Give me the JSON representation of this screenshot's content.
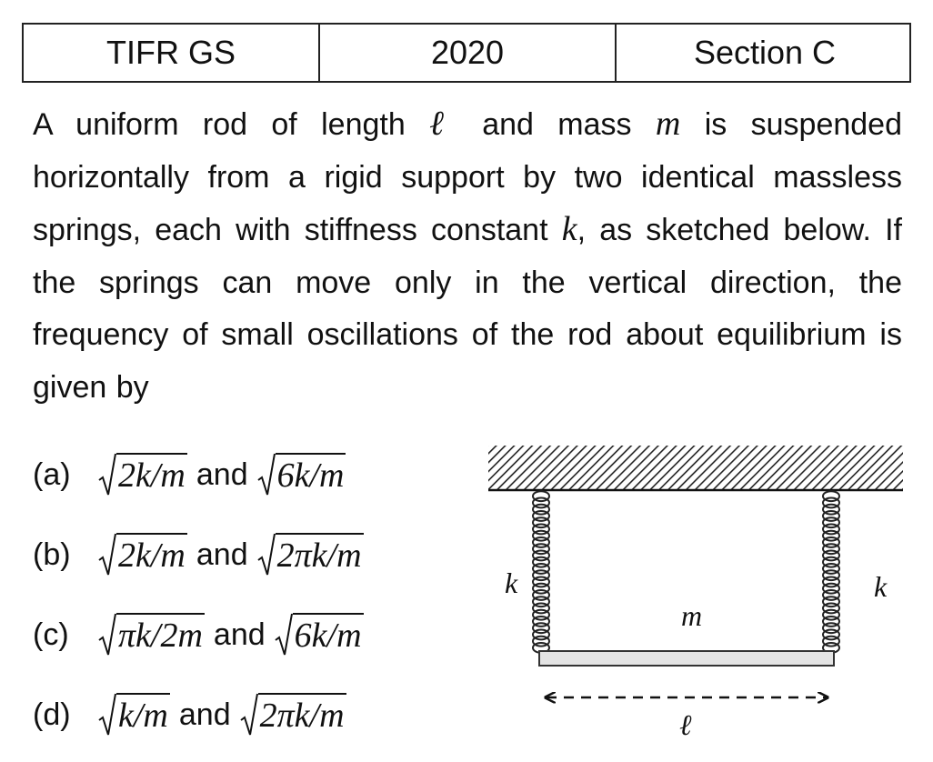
{
  "header": {
    "exam": "TIFR GS",
    "year": "2020",
    "section": "Section C"
  },
  "question": {
    "part1": "A uniform rod of length ",
    "sym_length": "ℓ",
    "part2": " and mass ",
    "sym_mass": "m",
    "part3": " is suspended horizontally from a rigid support by two identical massless springs, each with stiffness constant ",
    "sym_k": "k",
    "part4": ", as sketched below. If the springs can move only in the vertical direction, the frequency of small oscillations of the rod about equilibrium is given by"
  },
  "options": [
    {
      "letter": "(a)",
      "first": "2k/m",
      "second": "6k/m"
    },
    {
      "letter": "(b)",
      "first": "2k/m",
      "second": "2πk/m"
    },
    {
      "letter": "(c)",
      "first": "πk/2m",
      "second": "6k/m"
    },
    {
      "letter": "(d)",
      "first": "k/m",
      "second": "2πk/m"
    }
  ],
  "connector": "and",
  "figure": {
    "spring_left_label": "k",
    "spring_right_label": "k",
    "mass_label": "m",
    "length_label": "ℓ"
  }
}
